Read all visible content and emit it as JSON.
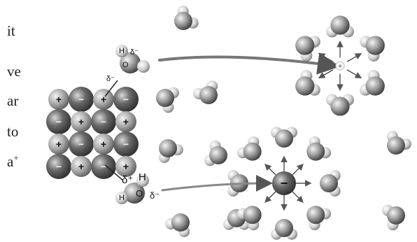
{
  "margin_text": [
    "it",
    "ve",
    "ar",
    "to",
    "a",
    "+"
  ],
  "lattice": {
    "ions": [
      [
        "+",
        "−",
        "+",
        "−"
      ],
      [
        "−",
        "+",
        "−",
        "+"
      ],
      [
        "+",
        "−",
        "+",
        "−"
      ],
      [
        "−",
        "+",
        "−",
        "+"
      ]
    ]
  },
  "labels": {
    "water_top_h": "H",
    "water_top_o": "O",
    "water_top_delta": "δ⁻",
    "bond_delta_neg": "δ⁻",
    "water_bottom_delta_pos": "δ⁺",
    "water_bottom_h1": "H",
    "water_bottom_h2": "H",
    "water_bottom_o": "O",
    "water_bottom_delta_neg": "δ⁻",
    "cation_sign": "+",
    "anion_sign": "−"
  },
  "colors": {
    "ion_dark": "#4a4a4a",
    "ion_light": "#9a9a9a",
    "water": "#8a8a8a",
    "arrow": "#6d6d6d"
  }
}
